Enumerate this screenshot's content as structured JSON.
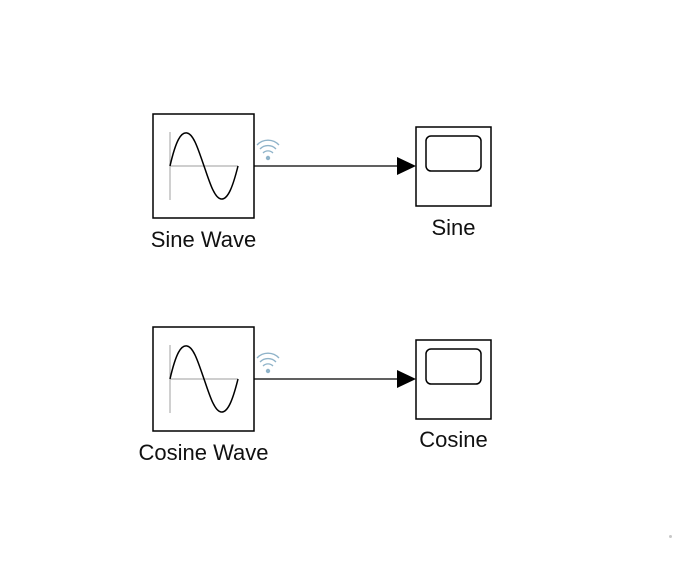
{
  "diagram": {
    "blocks": [
      {
        "id": "sine-wave-source",
        "kind": "sine-wave-icon",
        "label": "Sine Wave"
      },
      {
        "id": "sine-scope",
        "kind": "scope-icon",
        "label": "Sine"
      },
      {
        "id": "cosine-wave-source",
        "kind": "sine-wave-icon",
        "label": "Cosine Wave"
      },
      {
        "id": "cosine-scope",
        "kind": "scope-icon",
        "label": "Cosine"
      }
    ],
    "connections": [
      {
        "from": "sine-wave-source",
        "to": "sine-scope"
      },
      {
        "from": "cosine-wave-source",
        "to": "cosine-scope"
      }
    ],
    "signal_indicator": "signal-broadcast-icon",
    "colors": {
      "block_border": "#000000",
      "signal_line": "#000000",
      "indicator": "#8fb3c9",
      "axis": "#b0b0b0"
    }
  }
}
